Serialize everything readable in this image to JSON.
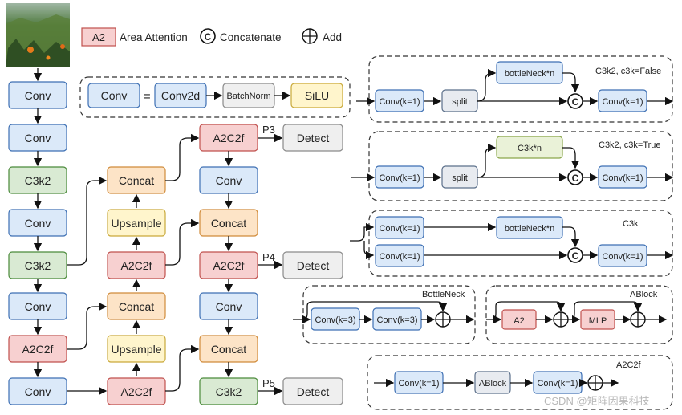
{
  "legend": {
    "a2_box": "A2",
    "a2_label": "Area Attention",
    "concat_symbol": "C",
    "concat_label": "Concatenate",
    "add_label": "Add"
  },
  "conv_def": {
    "conv": "Conv",
    "equals": "=",
    "conv2d": "Conv2d",
    "batchnorm": "BatchNorm",
    "silu": "SiLU"
  },
  "backbone": [
    "Conv",
    "Conv",
    "C3k2",
    "Conv",
    "C3k2",
    "Conv",
    "A2C2f",
    "Conv"
  ],
  "neck_col1": [
    "Concat",
    "Upsample",
    "A2C2f",
    "Concat",
    "Upsample",
    "A2C2f"
  ],
  "neck_col2": [
    "A2C2f",
    "Conv",
    "Concat",
    "A2C2f",
    "Conv",
    "Concat",
    "C3k2"
  ],
  "heads": [
    {
      "tag": "P3",
      "label": "Detect"
    },
    {
      "tag": "P4",
      "label": "Detect"
    },
    {
      "tag": "P5",
      "label": "Detect"
    }
  ],
  "modules": {
    "c3k2_false": {
      "title": "C3k2, c3k=False",
      "conv_in": "Conv(k=1)",
      "split": "split",
      "inner": "bottleNeck*n",
      "concat": "C",
      "conv_out": "Conv(k=1)"
    },
    "c3k2_true": {
      "title": "C3k2, c3k=True",
      "conv_in": "Conv(k=1)",
      "split": "split",
      "inner": "C3k*n",
      "concat": "C",
      "conv_out": "Conv(k=1)"
    },
    "c3k": {
      "title": "C3k",
      "conv_a": "Conv(k=1)",
      "conv_b": "Conv(k=1)",
      "inner": "bottleNeck*n",
      "concat": "C",
      "conv_out": "Conv(k=1)"
    },
    "bottleneck": {
      "title": "BottleNeck",
      "conv1": "Conv(k=3)",
      "conv2": "Conv(k=3)"
    },
    "ablock": {
      "title": "ABlock",
      "a2": "A2",
      "mlp": "MLP"
    },
    "a2c2f": {
      "title": "A2C2f",
      "conv_in": "Conv(k=1)",
      "ablock": "ABlock",
      "conv_out": "Conv(k=1)"
    }
  },
  "watermark": "CSDN @矩阵因果科技"
}
